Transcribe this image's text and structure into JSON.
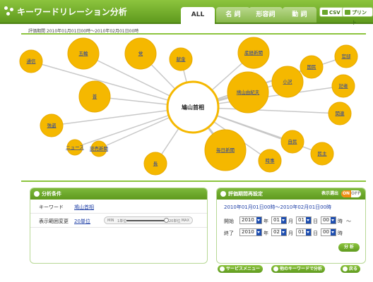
{
  "header": {
    "title": "キーワードリレーション分析",
    "tabs": [
      {
        "label": "ALL",
        "active": true
      },
      {
        "label": "名 詞",
        "active": false
      },
      {
        "label": "形容詞",
        "active": false
      },
      {
        "label": "動 詞",
        "active": false
      }
    ],
    "csv_label": "CSV",
    "print_label": "プリント"
  },
  "evaluation_period": "評価期間 2010年01月01日00時〜2010年02月01日00時",
  "network": {
    "center": "鳩山首相",
    "nodes": [
      {
        "label": "通信",
        "size": "small"
      },
      {
        "label": "五輪",
        "size": "medium"
      },
      {
        "label": "党",
        "size": "medium"
      },
      {
        "label": "献金",
        "size": "small"
      },
      {
        "label": "産経新聞",
        "size": "medium"
      },
      {
        "label": "国民",
        "size": "small"
      },
      {
        "label": "官邸",
        "size": "small"
      },
      {
        "label": "小沢",
        "size": "medium"
      },
      {
        "label": "記者",
        "size": "small"
      },
      {
        "label": "鳩山由紀夫",
        "size": "large"
      },
      {
        "label": "普",
        "size": "medium"
      },
      {
        "label": "関連",
        "size": "small"
      },
      {
        "label": "強盗",
        "size": "small"
      },
      {
        "label": "ニュース",
        "size": "tiny"
      },
      {
        "label": "読売新聞",
        "size": "tiny"
      },
      {
        "label": "毎日新聞",
        "size": "large"
      },
      {
        "label": "自民",
        "size": "small"
      },
      {
        "label": "民主",
        "size": "small"
      },
      {
        "label": "時事",
        "size": "small"
      },
      {
        "label": "長",
        "size": "small"
      }
    ],
    "colors": {
      "node": "#f5b800",
      "node_stroke": "#e8aa00",
      "edge": "#c8c8c8",
      "center_stroke": "#f5b800",
      "link": "#1e3fa6"
    }
  },
  "analysis_panel": {
    "title": "分析条件",
    "keyword_label": "キーワード",
    "keyword_value": "鳩山首相",
    "range_label": "表示範囲変更",
    "range_value": "20単位",
    "slider": {
      "min_label": "MIN",
      "max_label": "MAX",
      "start_label": "1単位",
      "end_label": "20単位",
      "level": 20
    }
  },
  "period_panel": {
    "title": "評価期間再設定",
    "display_label": "表示選出",
    "toggle_on": "ON",
    "toggle_off": "OFF",
    "range_text": "2010年01月01日00時〜2010年02月01日00時",
    "start_label": "開始",
    "end_label": "終了",
    "start": {
      "year": "2010",
      "month": "01",
      "day": "01",
      "hour": "00"
    },
    "end": {
      "year": "2010",
      "month": "02",
      "day": "01",
      "hour": "00"
    },
    "units": {
      "year": "年",
      "month": "月",
      "day": "日",
      "hour": "時",
      "tilde": "〜"
    },
    "analyze_button": "分 析"
  },
  "footer": {
    "service_menu": "サービスメニュー",
    "other_keyword": "他のキーワードで分析",
    "back": "戻る"
  }
}
